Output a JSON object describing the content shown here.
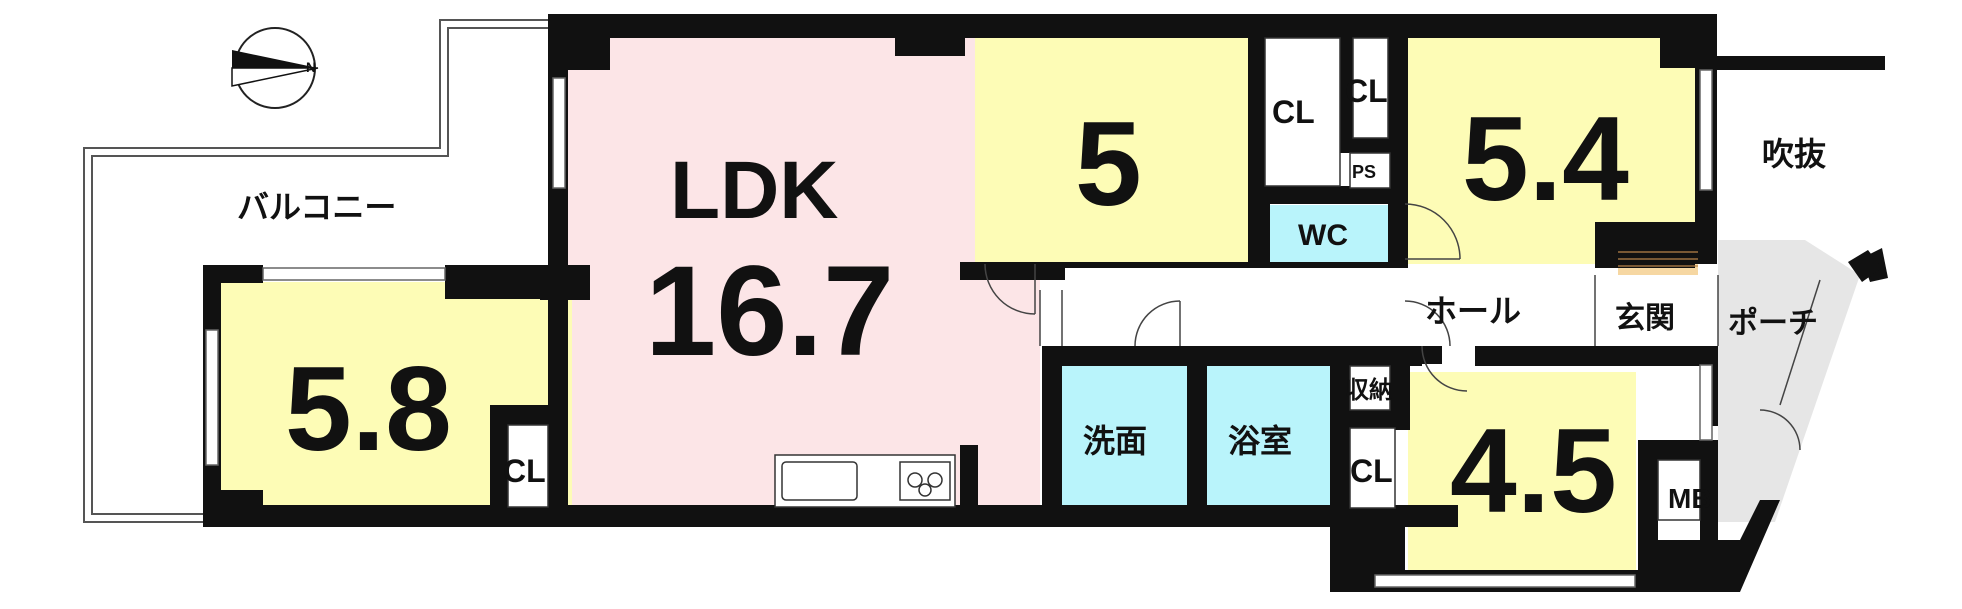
{
  "colors": {
    "wall": "#111111",
    "ldk": "#fce5e7",
    "room": "#fdfcb6",
    "wet": "#b9f4fb",
    "closet": "#ffffff",
    "porch": "#e6e6e6",
    "genkan_floor": "#f6d7a2"
  },
  "compass": {
    "label": "N"
  },
  "rooms": {
    "ldk": {
      "name": "LDK",
      "size": "16.7"
    },
    "west": {
      "size": "5.8"
    },
    "north1": {
      "size": "5"
    },
    "north2": {
      "size": "5.4"
    },
    "south": {
      "size": "4.5"
    }
  },
  "labels": {
    "balcony": "バルコニー",
    "fukinuke": "吹抜",
    "hall": "ホール",
    "genkan": "玄関",
    "porch": "ポーチ",
    "wc": "WC",
    "ps": "PS",
    "washroom": "洗面",
    "bathroom": "浴室",
    "storage": "収納",
    "mb": "MB",
    "cl": "CL"
  }
}
